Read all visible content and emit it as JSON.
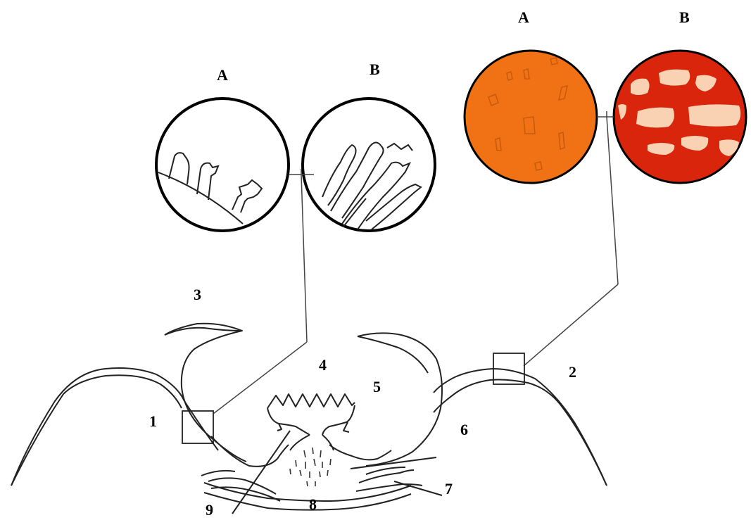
{
  "insets": {
    "left_pair": {
      "a_label": "A",
      "b_label": "B"
    },
    "right_pair": {
      "a_label": "A",
      "b_label": "B"
    }
  },
  "labels": [
    "1",
    "2",
    "3",
    "4",
    "5",
    "6",
    "7",
    "8",
    "9"
  ],
  "colors": {
    "stroke": "#1a1a1a",
    "inset_a_fill": "#f07215",
    "inset_b_fill": "#d8250c",
    "inset_b_patch": "#f8d2b2"
  }
}
